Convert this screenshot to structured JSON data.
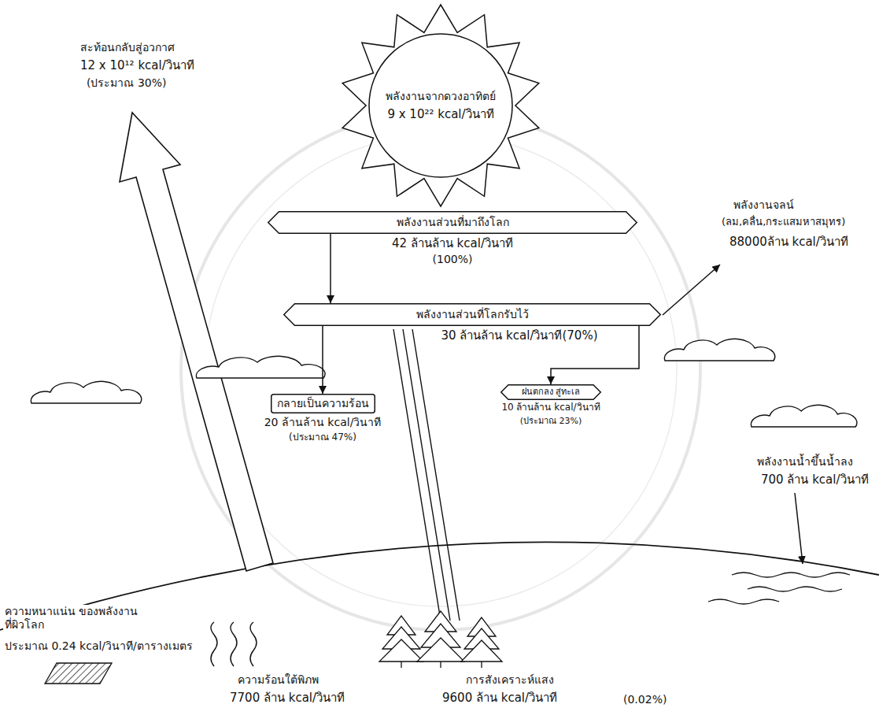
{
  "diagram": {
    "nodes": [
      {
        "text": [
          "พลังงานจากดวงอาทิตย์",
          "9 x 10²² kcal/วินาที"
        ]
      },
      {
        "text": [
          "พลังงานส่วนที่มาถึงโลก",
          "42 ล้านล้าน kcal/วินาที",
          "(100%)"
        ]
      },
      {
        "text": [
          "พลังงานส่วนที่โลกรับไว้",
          "30 ล้านล้าน kcal/วินาที(70%)"
        ]
      },
      {
        "text": [
          "กลายเป็นความร้อน",
          "20 ล้านล้าน kcal/วินาที",
          "(ประมาณ 47%)"
        ]
      },
      {
        "text": [
          "ฝนตกลง สู่ทะเล",
          "10 ล้านล้าน kcal/วินาที",
          "(ประมาณ 23%)"
        ]
      }
    ],
    "edges": [
      {
        "from": 1,
        "to": 2,
        "arrow": "to"
      },
      {
        "from": 2,
        "to": 3,
        "arrow": "to"
      },
      {
        "from": 2,
        "to": 4,
        "arrow": "to"
      }
    ],
    "labels": [
      "สะท้อนกลับสู่อวกาศ",
      "12 x 10¹² kcal/วินาที",
      "(ประมาณ 30%)",
      "พลังงานจลน์",
      "(ลม,คลื่น,กระแสมหาสมุทร)",
      "88000ล้าน kcal/วินาที",
      "พลังงานน้ำขึ้นน้ำลง",
      "700 ล้าน kcal/วินาที",
      "การสังเคราะห์แสง",
      "9600 ล้าน kcal/วินาที",
      "(0.02%)",
      "ความร้อนใต้พิภพ",
      "7700 ล้าน kcal/วินาที",
      "ความหนาแน่น ของพลังงานที่ผิวโลก",
      "ประมาณ 0.24 kcal/วินาที/ตารางเมตร"
    ]
  }
}
